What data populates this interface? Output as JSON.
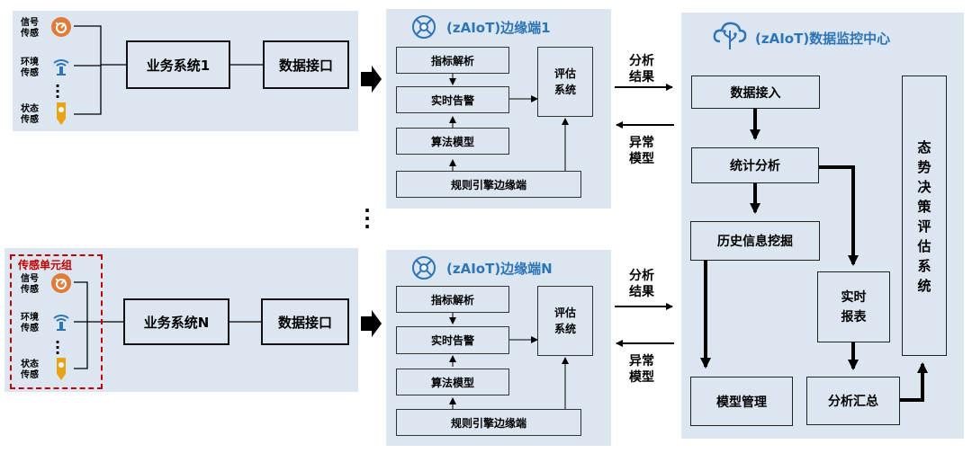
{
  "sensor_units": [
    {
      "group_label": "",
      "sensors": [
        {
          "label_1": "信号",
          "label_2": "传感"
        },
        {
          "label_1": "环境",
          "label_2": "传感"
        },
        {
          "label_1": "状态",
          "label_2": "传感"
        }
      ],
      "business_system": "业务系统1",
      "data_interface": "数据接口"
    },
    {
      "group_label": "传感单元组",
      "sensors": [
        {
          "label_1": "信号",
          "label_2": "传感"
        },
        {
          "label_1": "环境",
          "label_2": "传感"
        },
        {
          "label_1": "状态",
          "label_2": "传感"
        }
      ],
      "business_system": "业务系统N",
      "data_interface": "数据接口"
    }
  ],
  "edges": [
    {
      "title": "(zAIoT)边缘端1",
      "indicator": "指标解析",
      "alarm": "实时告警",
      "algorithm": "算法模型",
      "rule_engine": "规则引擎边缘端",
      "eval_line1": "评估",
      "eval_line2": "系统"
    },
    {
      "title": "(zAIoT)边缘端N",
      "indicator": "指标解析",
      "alarm": "实时告警",
      "algorithm": "算法模型",
      "rule_engine": "规则引擎边缘端",
      "eval_line1": "评估",
      "eval_line2": "系统"
    }
  ],
  "flows": {
    "result_1": "分析",
    "result_2": "结果",
    "anomaly_1": "异常",
    "anomaly_2": "模型"
  },
  "center": {
    "title": "(zAIoT)数据监控中心",
    "data_ingest": "数据接入",
    "statistics": "统计分析",
    "history_mining": "历史信息挖掘",
    "realtime_report_1": "实时",
    "realtime_report_2": "报表",
    "model_mgmt": "模型管理",
    "summary": "分析汇总",
    "decision_chars": [
      "态",
      "势",
      "决",
      "策",
      "评",
      "估",
      "系",
      "统"
    ]
  },
  "colors": {
    "panel": "#dce6f1",
    "accent": "#2e75b6",
    "group_border": "#c00000",
    "sensor_orange": "#e07b39"
  },
  "icons": {
    "signal": "gauge-icon",
    "environment": "antenna-icon",
    "state": "sensor-probe-icon",
    "edge": "network-node-icon",
    "center": "cloud-tree-icon"
  }
}
